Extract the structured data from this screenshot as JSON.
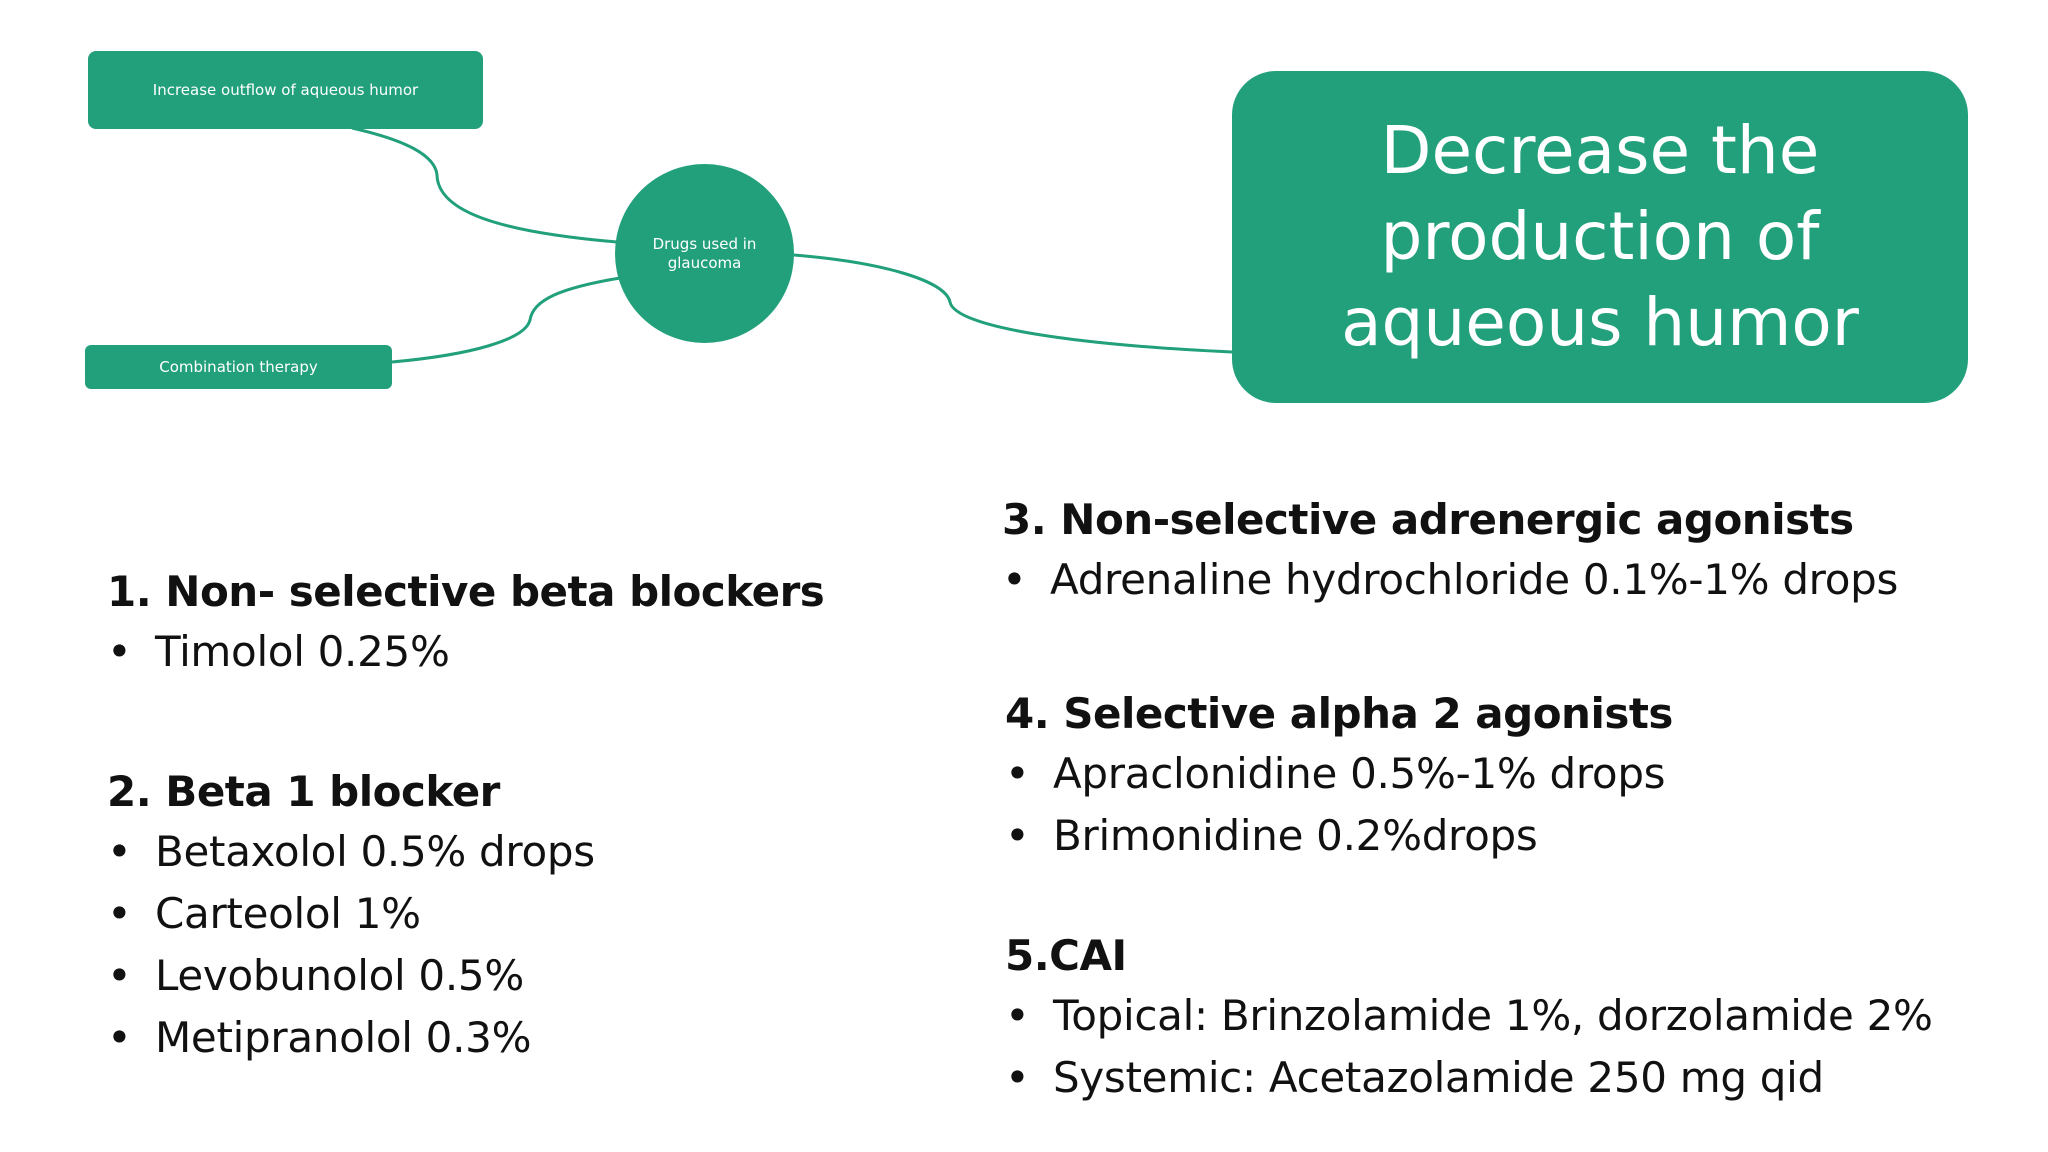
{
  "mindmap": {
    "center": "Drugs used in glaucoma",
    "outflow": "Increase outflow of aqueous humor",
    "combination": "Combination therapy",
    "decrease": "Decrease the production of aqueous humor",
    "colors": {
      "node": "#21a07b",
      "connector": "#21a07b"
    }
  },
  "sections": [
    {
      "heading": "1. Non- selective beta blockers",
      "items": [
        "Timolol 0.25%"
      ]
    },
    {
      "heading": "2. Beta 1 blocker",
      "items": [
        "Betaxolol 0.5% drops",
        "Carteolol 1%",
        "Levobunolol 0.5%",
        "Metipranolol 0.3%"
      ]
    },
    {
      "heading": "3. Non-selective adrenergic agonists",
      "items": [
        "Adrenaline hydrochloride 0.1%-1% drops"
      ]
    },
    {
      "heading": "4. Selective alpha 2 agonists",
      "items": [
        "Apraclonidine 0.5%-1% drops",
        "Brimonidine 0.2%drops"
      ]
    },
    {
      "heading": "5.CAI",
      "items": [
        "Topical: Brinzolamide 1%, dorzolamide 2%",
        "Systemic: Acetazolamide 250 mg qid"
      ]
    }
  ],
  "bullet_glyph": "•"
}
